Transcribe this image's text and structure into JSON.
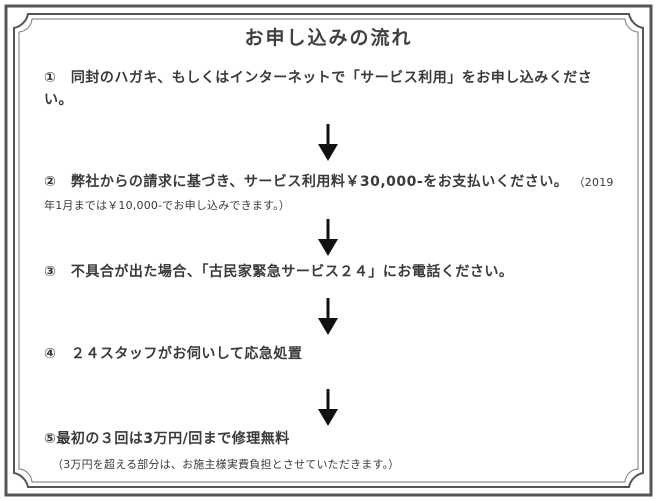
{
  "title": "お申し込みの流れ",
  "steps": [
    {
      "text": "①　同封のハガキ、もしくはインターネットで「サービス利用」をお申し込みください。"
    },
    {
      "text": "②　弊社からの請求に基づき、サービス利用料￥30,000-をお支払いください。",
      "note": "（2019年1月までは￥10,000-でお申し込みできます。）"
    },
    {
      "text": "③　不具合が出た場合、「古民家緊急サービス２４」にお電話ください。"
    },
    {
      "text": "④　２４スタッフがお伺いして応急処置"
    },
    {
      "text": "⑤最初の３回は3万円/回まで修理無料"
    }
  ],
  "footnote": "（3万円を超える部分は、お施主様実費負担とさせていただきます。）",
  "colors": {
    "frame": "#555555",
    "text": "#3a3a3a",
    "arrow": "#111111"
  }
}
